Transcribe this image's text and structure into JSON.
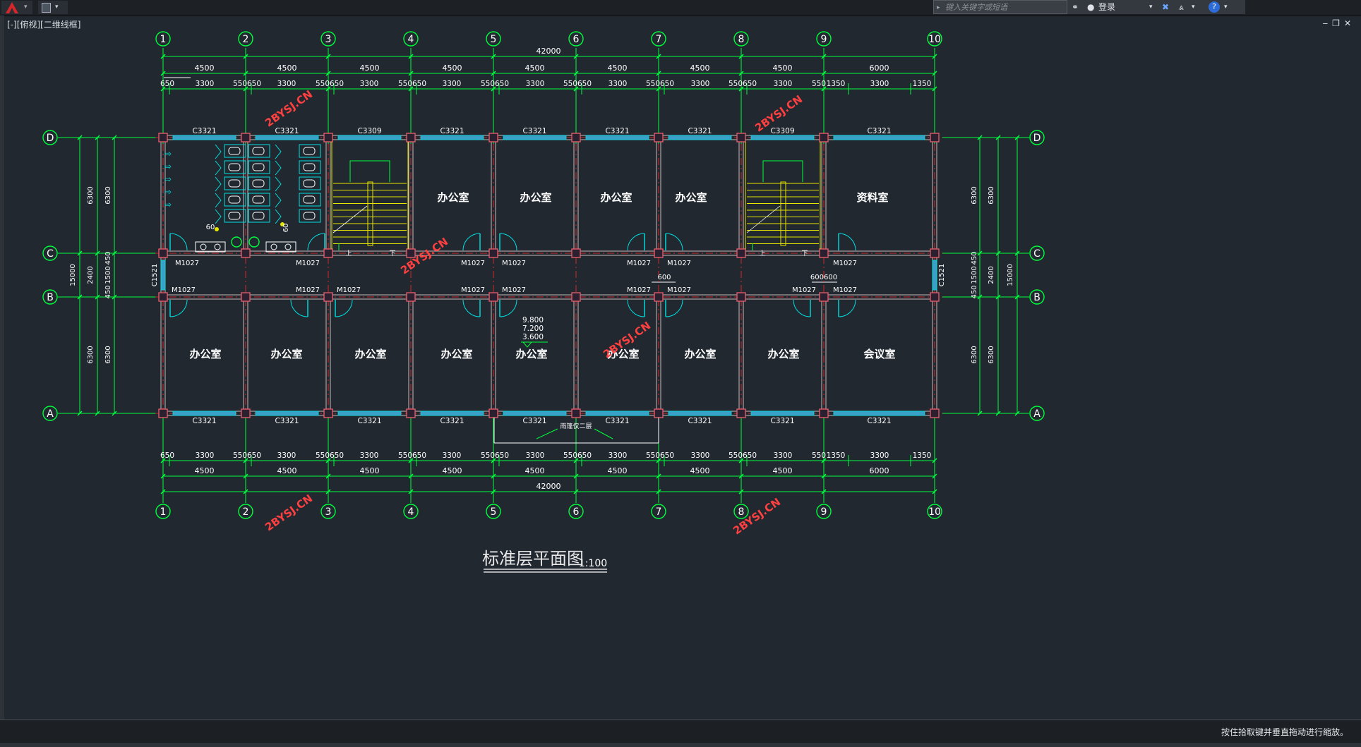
{
  "app": {
    "search_placeholder": "键入关键字或短语",
    "login_label": "登录",
    "viewport_label": "[-][俯视][二维线框]",
    "window_controls": [
      "‒",
      "❐",
      "✕"
    ],
    "status_message": "按住拾取键并垂直拖动进行缩放。",
    "icons": [
      "autocad-logo-icon",
      "quick-access-icon",
      "binoculars-icon",
      "user-icon",
      "exchange-icon",
      "a360-icon",
      "help-icon"
    ]
  },
  "drawing": {
    "title": "标准层平面图",
    "scale": "1:100",
    "watermark": "2BYSJ.CN",
    "total_dimension": "42000",
    "column_axes": [
      "1",
      "2",
      "3",
      "4",
      "5",
      "6",
      "7",
      "8",
      "9",
      "10"
    ],
    "row_axes": [
      "D",
      "C",
      "B",
      "A"
    ],
    "bay_dims": [
      "4500",
      "4500",
      "4500",
      "4500",
      "4500",
      "4500",
      "4500",
      "4500",
      "6000"
    ],
    "detail_dims": [
      "650",
      "3300",
      "550650",
      "3300",
      "550650",
      "3300",
      "550650",
      "3300",
      "550650",
      "3300",
      "550650",
      "3300",
      "550650",
      "3300",
      "550650",
      "3300",
      "550",
      "1350",
      "3300",
      "1350"
    ],
    "left_dims": {
      "outer": "15000",
      "mid": [
        "6300",
        "2400",
        "6300"
      ],
      "inner": [
        "6300",
        "450",
        "1500",
        "450",
        "6300"
      ]
    },
    "top_windows": [
      "C3321",
      "C3321",
      "C3309",
      "C3321",
      "C3321",
      "C3321",
      "C3321",
      "C3309",
      "C3321"
    ],
    "bottom_windows": [
      "C3321",
      "C3321",
      "C3321",
      "C3321",
      "C3321",
      "C3321",
      "C3321",
      "C3321",
      "C3321"
    ],
    "end_windows": [
      "C1521",
      "C1521"
    ],
    "north_rooms": [
      "办公室",
      "办公室",
      "办公室",
      "办公室",
      "资料室"
    ],
    "south_rooms": [
      "办公室",
      "办公室",
      "办公室",
      "办公室",
      "办公室",
      "办公室",
      "办公室",
      "办公室",
      "会议室"
    ],
    "door_tag": "M1027",
    "corridor_dims": [
      "600",
      "600600"
    ],
    "elevations": [
      "9.800",
      "7.200",
      "3.600"
    ],
    "canopy_note": "雨篷仅二层",
    "stair_up": "上",
    "stair_down": "下",
    "wc_dims": [
      "60",
      "60"
    ]
  }
}
